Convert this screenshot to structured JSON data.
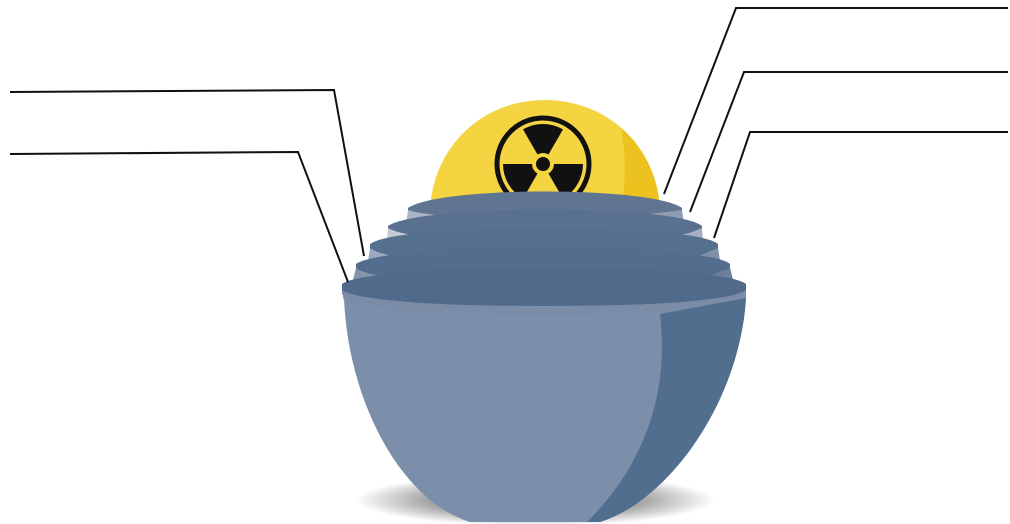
{
  "diagram": {
    "subject": "nested-containment-shells",
    "core": {
      "icon": "radiation-trefoil-icon",
      "color": "#f5d442",
      "shade_color": "#f0c420"
    },
    "shells": [
      {
        "id": "shell-1",
        "rim_color": "#a9b4c6",
        "side_color": "#8e9ab0"
      },
      {
        "id": "shell-2",
        "rim_color": "#c3cad6",
        "side_color": "#a7b1c2"
      },
      {
        "id": "shell-3",
        "rim_color": "#9aa7bc",
        "side_color": "#8090a8"
      },
      {
        "id": "shell-4",
        "rim_color": "#8593ab",
        "side_color": "#6e7f99"
      },
      {
        "id": "shell-5",
        "rim_color": "#7a8ca7",
        "side_color": "#5e7391"
      }
    ],
    "outer_bowl": {
      "color": "#7b8fab",
      "shade_color": "#536f8f"
    },
    "callout_lines": {
      "left": [
        "callout-left-1",
        "callout-left-2"
      ],
      "right": [
        "callout-right-1",
        "callout-right-2",
        "callout-right-3"
      ]
    },
    "line_color": "#111111"
  }
}
